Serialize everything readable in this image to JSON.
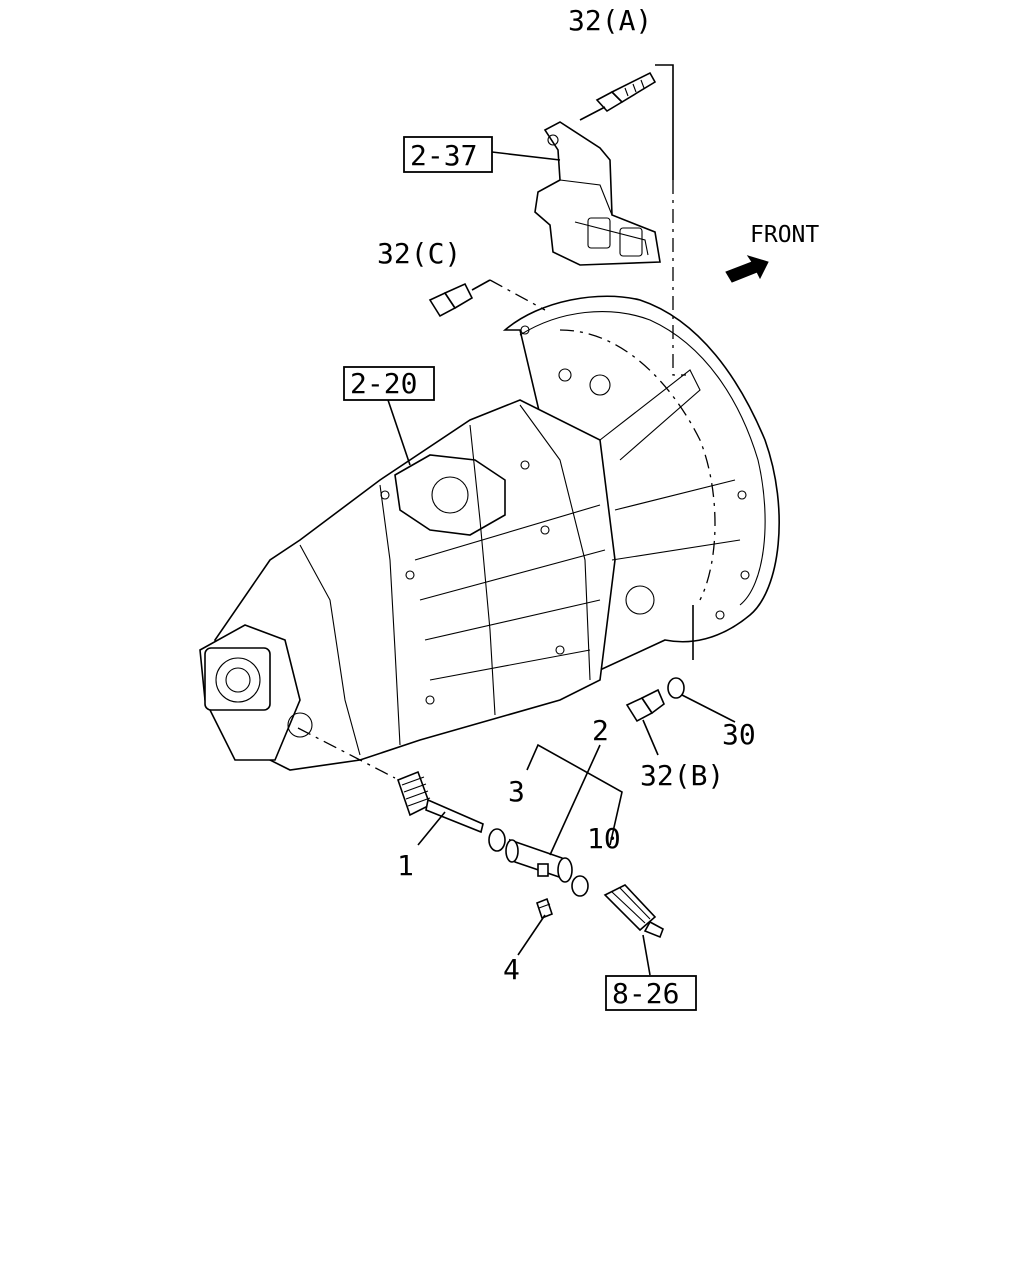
{
  "labels": {
    "part_32a": "32(A)",
    "part_32c": "32(C)",
    "part_32b": "32(B)",
    "part_30": "30",
    "part_2": "2",
    "part_3": "3",
    "part_10": "10",
    "part_1": "1",
    "part_4": "4",
    "ref_2_37": "2-37",
    "ref_2_20": "2-20",
    "ref_8_26": "8-26",
    "front": "FRONT"
  },
  "icons": {
    "front_arrow": "front-arrow-icon"
  }
}
